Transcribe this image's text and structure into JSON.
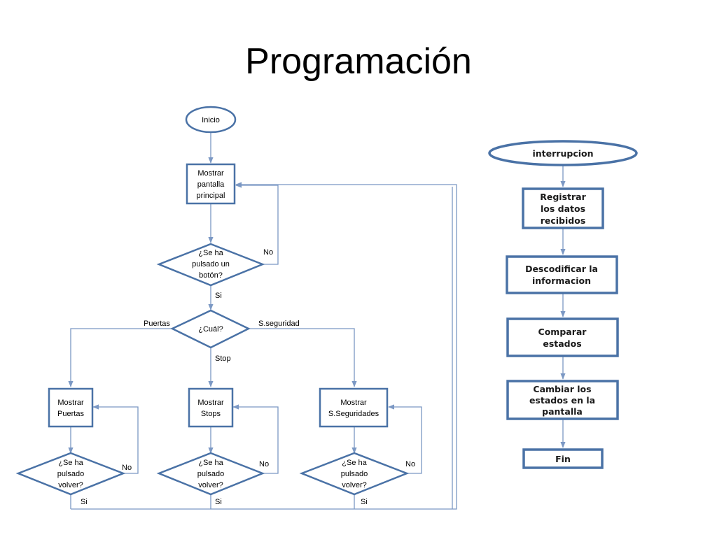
{
  "title": "Programación",
  "main_flow": {
    "inicio": "Inicio",
    "mostrar_principal": [
      "Mostrar",
      "pantalla",
      "principal"
    ],
    "pulsado_boton": [
      "¿Se ha",
      "pulsado un",
      "botón?"
    ],
    "cual": "¿Cuál?",
    "mostrar_puertas": [
      "Mostrar",
      "Puertas"
    ],
    "mostrar_stops": [
      "Mostrar",
      "Stops"
    ],
    "mostrar_seguridades": [
      "Mostrar",
      "S.Seguridades"
    ],
    "pulsado_volver": [
      "¿Se ha",
      "pulsado",
      "volver?"
    ],
    "edges": {
      "no": "No",
      "si": "Si",
      "puertas": "Puertas",
      "seguridad": "S.seguridad",
      "stop": "Stop"
    }
  },
  "interrupt_flow": {
    "interrupcion": "interrupcion",
    "registrar": [
      "Registrar",
      "los datos",
      "recibidos"
    ],
    "descodificar": [
      "Descodificar la",
      "informacion"
    ],
    "comparar": [
      "Comparar",
      "estados"
    ],
    "cambiar": [
      "Cambiar los",
      "estados en la",
      "pantalla"
    ],
    "fin": "Fin"
  },
  "colors": {
    "shape_stroke": "#4a72a6",
    "connector": "#7b98c4",
    "background": "#ffffff"
  }
}
